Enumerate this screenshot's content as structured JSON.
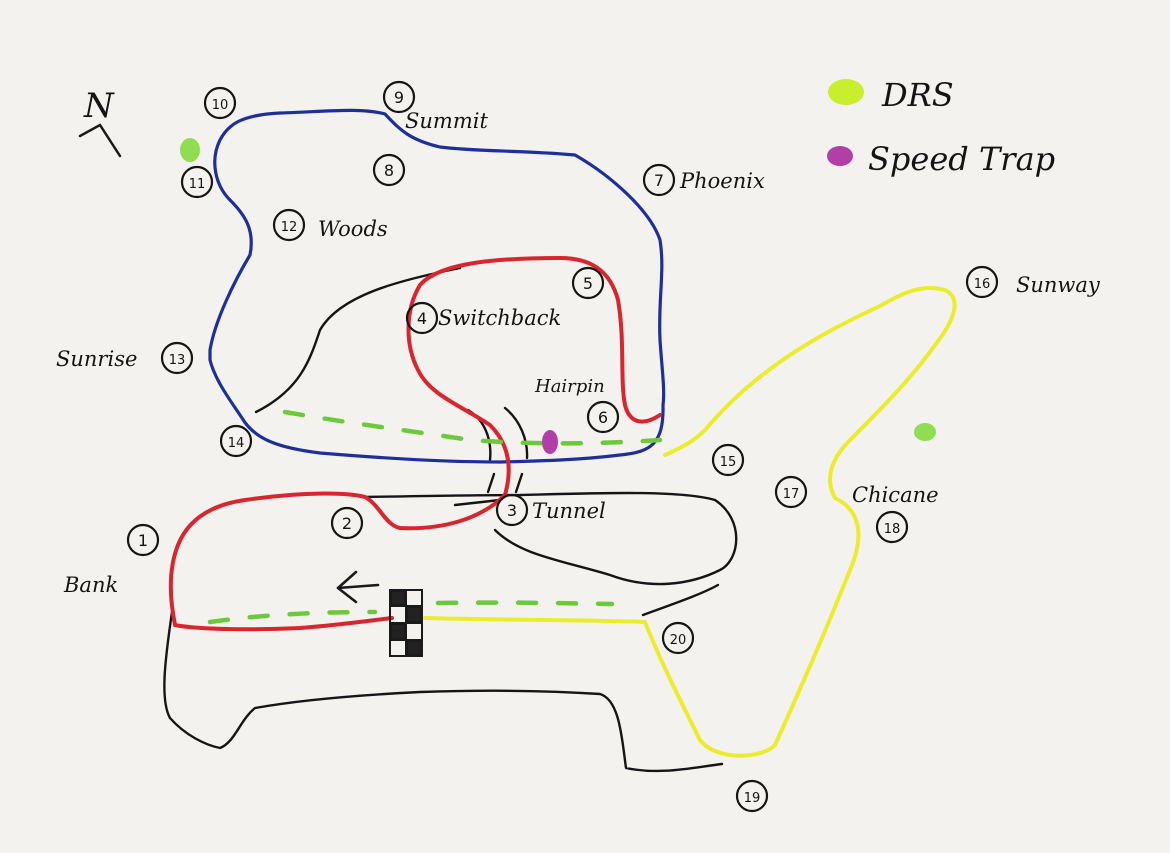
{
  "legend": {
    "drs": {
      "label": "DRS",
      "color": "#9fe04a"
    },
    "speed_trap": {
      "label": "Speed Trap",
      "color": "#b23fa8"
    }
  },
  "colors": {
    "outline": "#151515",
    "sector_red": "#d8262f",
    "sector_blue": "#1f2f9a",
    "sector_yellow": "#ecec2e",
    "drs_zone": "#6cc93a"
  },
  "corners": [
    {
      "num": "1",
      "name": "Bank"
    },
    {
      "num": "2",
      "name": ""
    },
    {
      "num": "3",
      "name": "Tunnel"
    },
    {
      "num": "4",
      "name": "Switchback"
    },
    {
      "num": "5",
      "name": ""
    },
    {
      "num": "6",
      "name": "Hairpin"
    },
    {
      "num": "7",
      "name": "Phoenix"
    },
    {
      "num": "8",
      "name": ""
    },
    {
      "num": "9",
      "name": "Summit"
    },
    {
      "num": "10",
      "name": ""
    },
    {
      "num": "11",
      "name": ""
    },
    {
      "num": "12",
      "name": "Woods"
    },
    {
      "num": "13",
      "name": "Sunrise"
    },
    {
      "num": "14",
      "name": ""
    },
    {
      "num": "15",
      "name": ""
    },
    {
      "num": "16",
      "name": "Sunway"
    },
    {
      "num": "17",
      "name": ""
    },
    {
      "num": "18",
      "name": "Chicane"
    },
    {
      "num": "19",
      "name": ""
    },
    {
      "num": "20",
      "name": ""
    }
  ],
  "compass": {
    "letter": "N"
  }
}
